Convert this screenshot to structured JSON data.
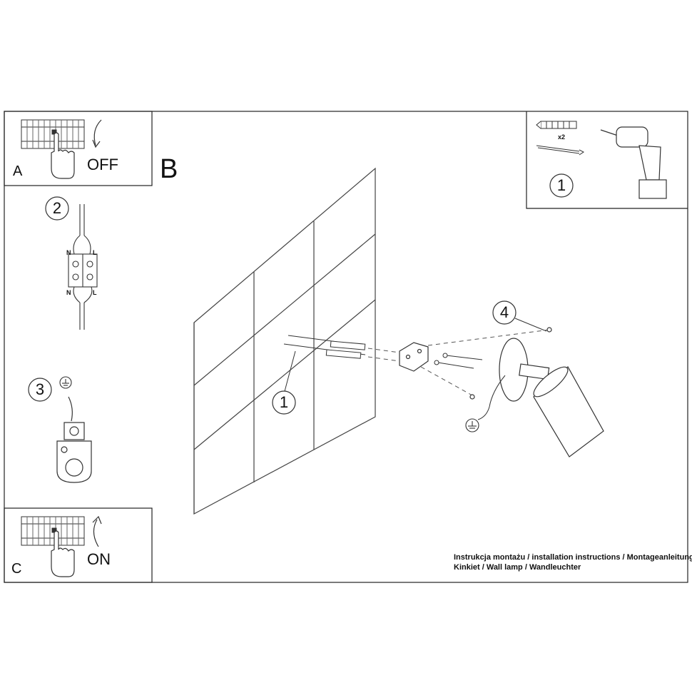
{
  "panels": {
    "a": {
      "letter": "A",
      "switch_label": "OFF"
    },
    "b": {
      "letter": "B"
    },
    "c": {
      "letter": "C",
      "switch_label": "ON"
    }
  },
  "steps": {
    "tools": "1",
    "wiring": "2",
    "ground": "3",
    "mount": "4",
    "anchors": "1"
  },
  "wiring_labels": {
    "n_top": "N",
    "l_top": "L",
    "n_bottom": "N",
    "l_bottom": "L"
  },
  "parts": {
    "anchor_count": "x2"
  },
  "icons": [
    "hand-pointer-icon",
    "curved-arrow-icon",
    "drill-icon",
    "ground-symbol-icon",
    "wall-anchor-icon",
    "screw-icon"
  ],
  "footer": {
    "line1": "Instrukcja montażu / installation instructions / Montageanleitung",
    "line2": "Kinkiet / Wall lamp / Wandleuchter"
  }
}
